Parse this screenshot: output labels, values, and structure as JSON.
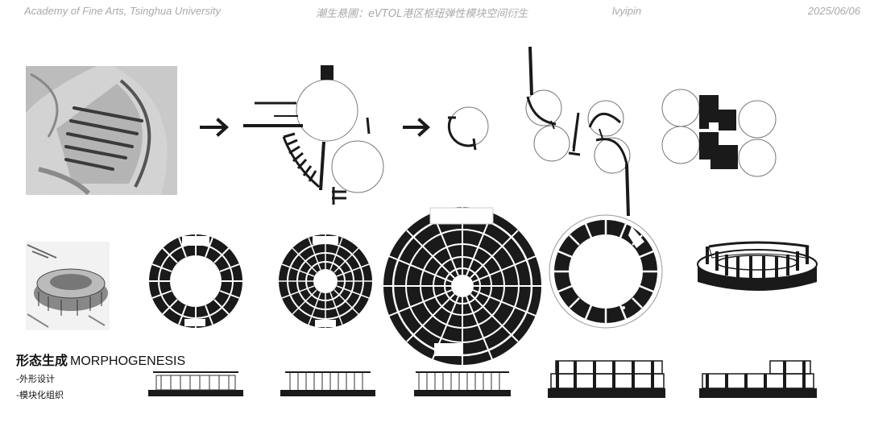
{
  "header": {
    "institution": "Academy of Fine Arts, Tsinghua University",
    "project_title": "潮生悬圃：eVTOL港区枢纽弹性模块空间衍生",
    "author": "lvyipin",
    "date": "2025/06/06"
  },
  "section": {
    "title_cn": "形态生成",
    "title_en": "MORPHOGENESIS",
    "bullets": [
      "-外形设计",
      "-模块化组织"
    ]
  },
  "colors": {
    "ink": "#1a1a1a",
    "header_text": "#a9a9a9",
    "background": "#ffffff"
  },
  "icons": [
    "arrow-right-icon",
    "arrow-right-icon"
  ]
}
